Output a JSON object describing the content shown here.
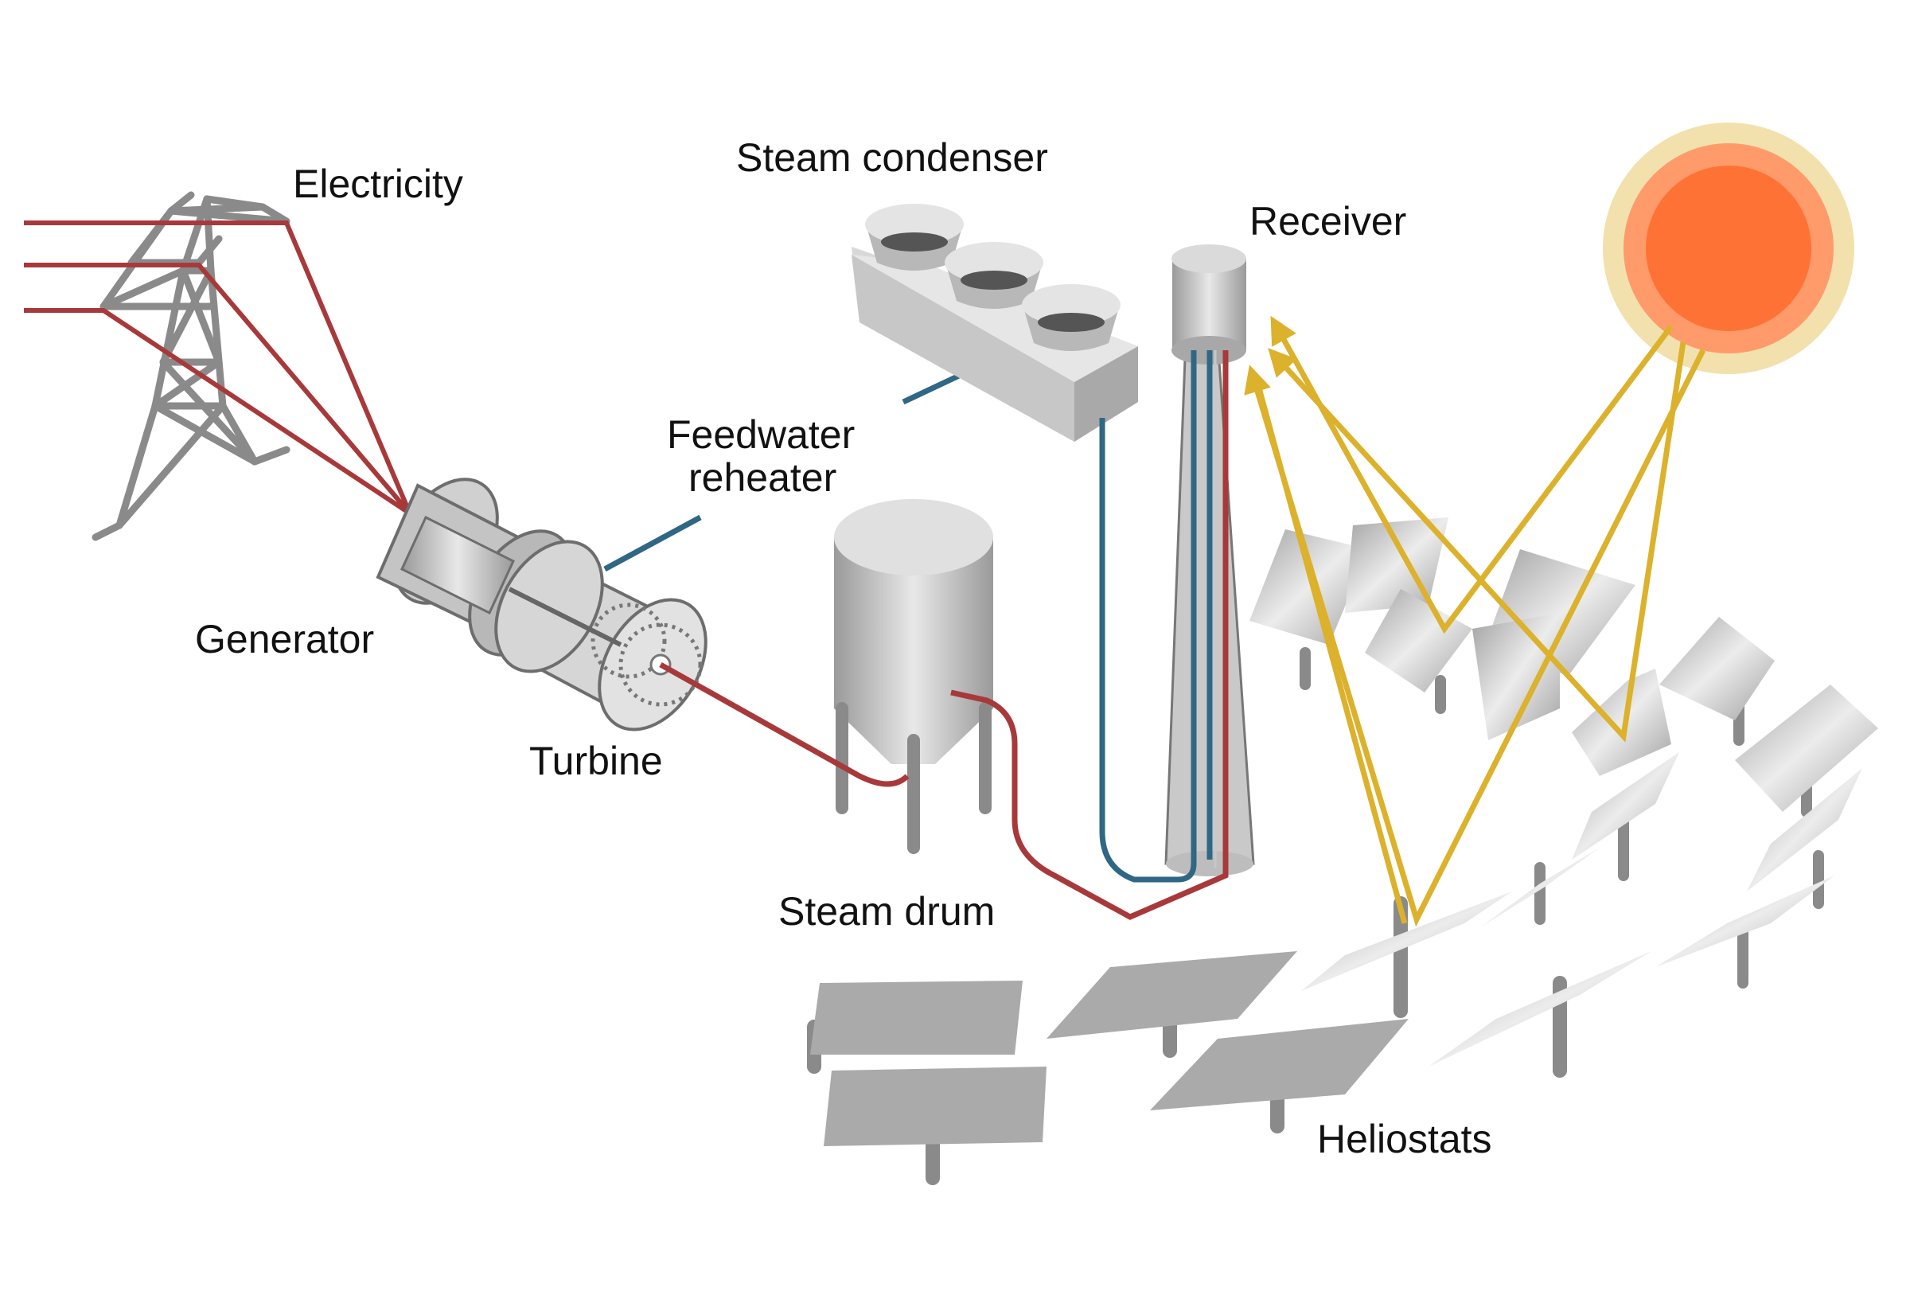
{
  "labels": {
    "electricity": "Electricity",
    "steam_condenser": "Steam condenser",
    "receiver": "Receiver",
    "feedwater_line1": "Feedwater",
    "feedwater_line2": "reheater",
    "generator": "Generator",
    "turbine": "Turbine",
    "steam_drum": "Steam drum",
    "heliostats": "Heliostats"
  },
  "colors": {
    "hot_pipe": "#a8393b",
    "cold_pipe": "#2f6784",
    "sunlight": "#dcb12b",
    "sun_core": "#ff7236",
    "sun_mid": "#ff9a6a",
    "sun_halo": "#f2e1ad",
    "tower_steel": "#8a8a8a",
    "panel_gray": "#a6a6a6",
    "outline": "#6d6d6d"
  }
}
